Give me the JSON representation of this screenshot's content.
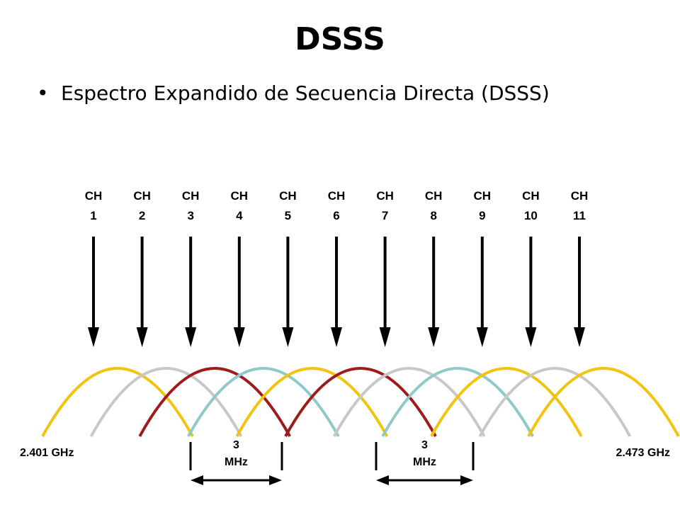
{
  "slide": {
    "title": "DSSS",
    "bullets": [
      "Espectro Expandido de Secuencia Directa (DSSS)"
    ]
  },
  "diagram": {
    "channels": [
      {
        "prefix": "CH",
        "number": "1",
        "color": "#f1c40f"
      },
      {
        "prefix": "CH",
        "number": "2",
        "color": "#c8c8c8"
      },
      {
        "prefix": "CH",
        "number": "3",
        "color": "#9e1b1b"
      },
      {
        "prefix": "CH",
        "number": "4",
        "color": "#8fc9c8"
      },
      {
        "prefix": "CH",
        "number": "5",
        "color": "#f1c40f"
      },
      {
        "prefix": "CH",
        "number": "6",
        "color": "#9e1b1b"
      },
      {
        "prefix": "CH",
        "number": "7",
        "color": "#c8c8c8"
      },
      {
        "prefix": "CH",
        "number": "8",
        "color": "#8fc9c8"
      },
      {
        "prefix": "CH",
        "number": "9",
        "color": "#f1c40f"
      },
      {
        "prefix": "CH",
        "number": "10",
        "color": "#c8c8c8"
      },
      {
        "prefix": "CH",
        "number": "11",
        "color": "#f1c40f"
      }
    ],
    "low_freq": "2.401 GHz",
    "high_freq": "2.473 GHz",
    "gaps": [
      {
        "value": "3",
        "unit": "MHz"
      },
      {
        "value": "3",
        "unit": "MHz"
      }
    ],
    "colors": {
      "yellow": "#f1c40f",
      "gray": "#c8c8c8",
      "red": "#9e1b1b",
      "teal": "#8fc9c8",
      "arrow": "#000000"
    }
  }
}
